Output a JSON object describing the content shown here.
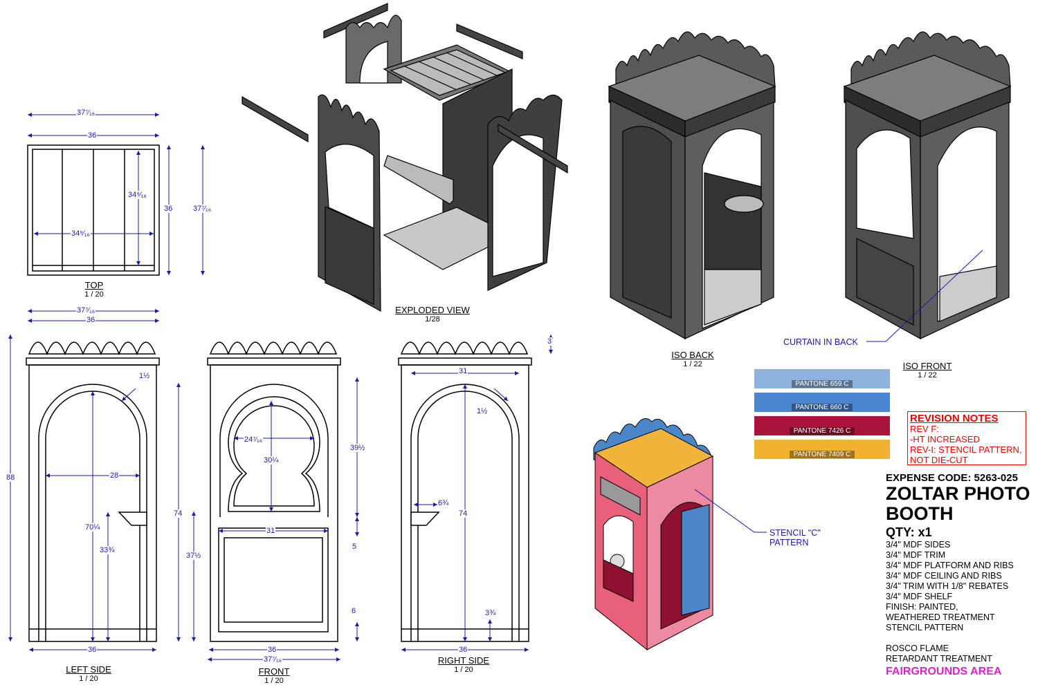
{
  "views": {
    "top": {
      "title": "TOP",
      "scale": "1 / 20"
    },
    "exploded": {
      "title": "EXPLODED VIEW",
      "scale": "1/28"
    },
    "iso_back": {
      "title": "ISO BACK",
      "scale": "1 / 22"
    },
    "iso_front": {
      "title": "ISO FRONT",
      "scale": "1 / 22"
    },
    "left_side": {
      "title": "LEFT SIDE",
      "scale": "1 / 20"
    },
    "front": {
      "title": "FRONT",
      "scale": "1 / 20"
    },
    "right_side": {
      "title": "RIGHT SIDE",
      "scale": "1 / 20"
    }
  },
  "dimensions": {
    "top_overall_w": "37⁷⁄₁₆",
    "top_w": "36",
    "top_d": "36",
    "top_overall_d": "37⁷⁄₁₆",
    "top_inner_w": "34⁹⁄₁₆",
    "top_inner_d": "34⁹⁄₁₆",
    "left_overall_w": "37⁷⁄₁₆",
    "left_w": "36",
    "left_h": "88",
    "left_trim": "1½",
    "left_arch_w": "28",
    "left_arch_h": "70¼",
    "left_shelf_h": "33¾",
    "left_opening_h": "74",
    "left_bottom_w": "36",
    "front_window_w": "24⁷⁄₁₆",
    "front_window_h": "30¼",
    "front_top_h": "39½",
    "front_panel_w": "31",
    "front_rail": "5",
    "front_bottom_h": "37½",
    "front_base": "6",
    "front_w": "36",
    "front_overall_w": "37⁷⁄₁₆",
    "right_crown": "3",
    "right_arch_w": "31",
    "right_trim": "1½",
    "right_shelf": "6¾",
    "right_h": "74",
    "right_base": "3¾",
    "right_w": "36"
  },
  "colors": {
    "dim": "#1a1aa6",
    "body": "#4d4d4d",
    "pink": "#e9607a",
    "blue": "#4b86c9",
    "yellow": "#f2b43a",
    "red": "#8e1230"
  },
  "pantone": [
    {
      "label": "PANTONE 659 C",
      "color": "#8eb2de"
    },
    {
      "label": "PANTONE 660 C",
      "color": "#4a86cf"
    },
    {
      "label": "PANTONE 7426 C",
      "color": "#a8143a"
    },
    {
      "label": "PANTONE 7409 C",
      "color": "#f1b22f"
    }
  ],
  "callouts": {
    "curtain": "CURTAIN IN BACK",
    "stencil": "STENCIL \"C\"\nPATTERN"
  },
  "revision": {
    "heading": "REVISION NOTES",
    "lines": [
      "REV F:",
      "-HT INCREASED",
      "REV-I: STENCIL PATTERN,",
      "NOT DIE-CUT"
    ]
  },
  "title_block": {
    "expense_code": "EXPENSE CODE: 5263-025",
    "title": "ZOLTAR PHOTO\nBOOTH",
    "qty": "QTY: x1",
    "specs": [
      "3/4\" MDF SIDES",
      "3/4\" MDF TRIM",
      "3/4\" MDF PLATFORM AND RIBS",
      "3/4\" MDF CEILING AND RIBS",
      "3/4\" TRIM WITH 1/8\" REBATES",
      "3/4\" MDF SHELF",
      "FINISH: PAINTED,",
      "WEATHERED TREATMENT",
      "STENCIL PATTERN",
      "",
      "ROSCO FLAME",
      "RETARDANT TREATMENT"
    ],
    "area": "FAIRGROUNDS AREA"
  }
}
